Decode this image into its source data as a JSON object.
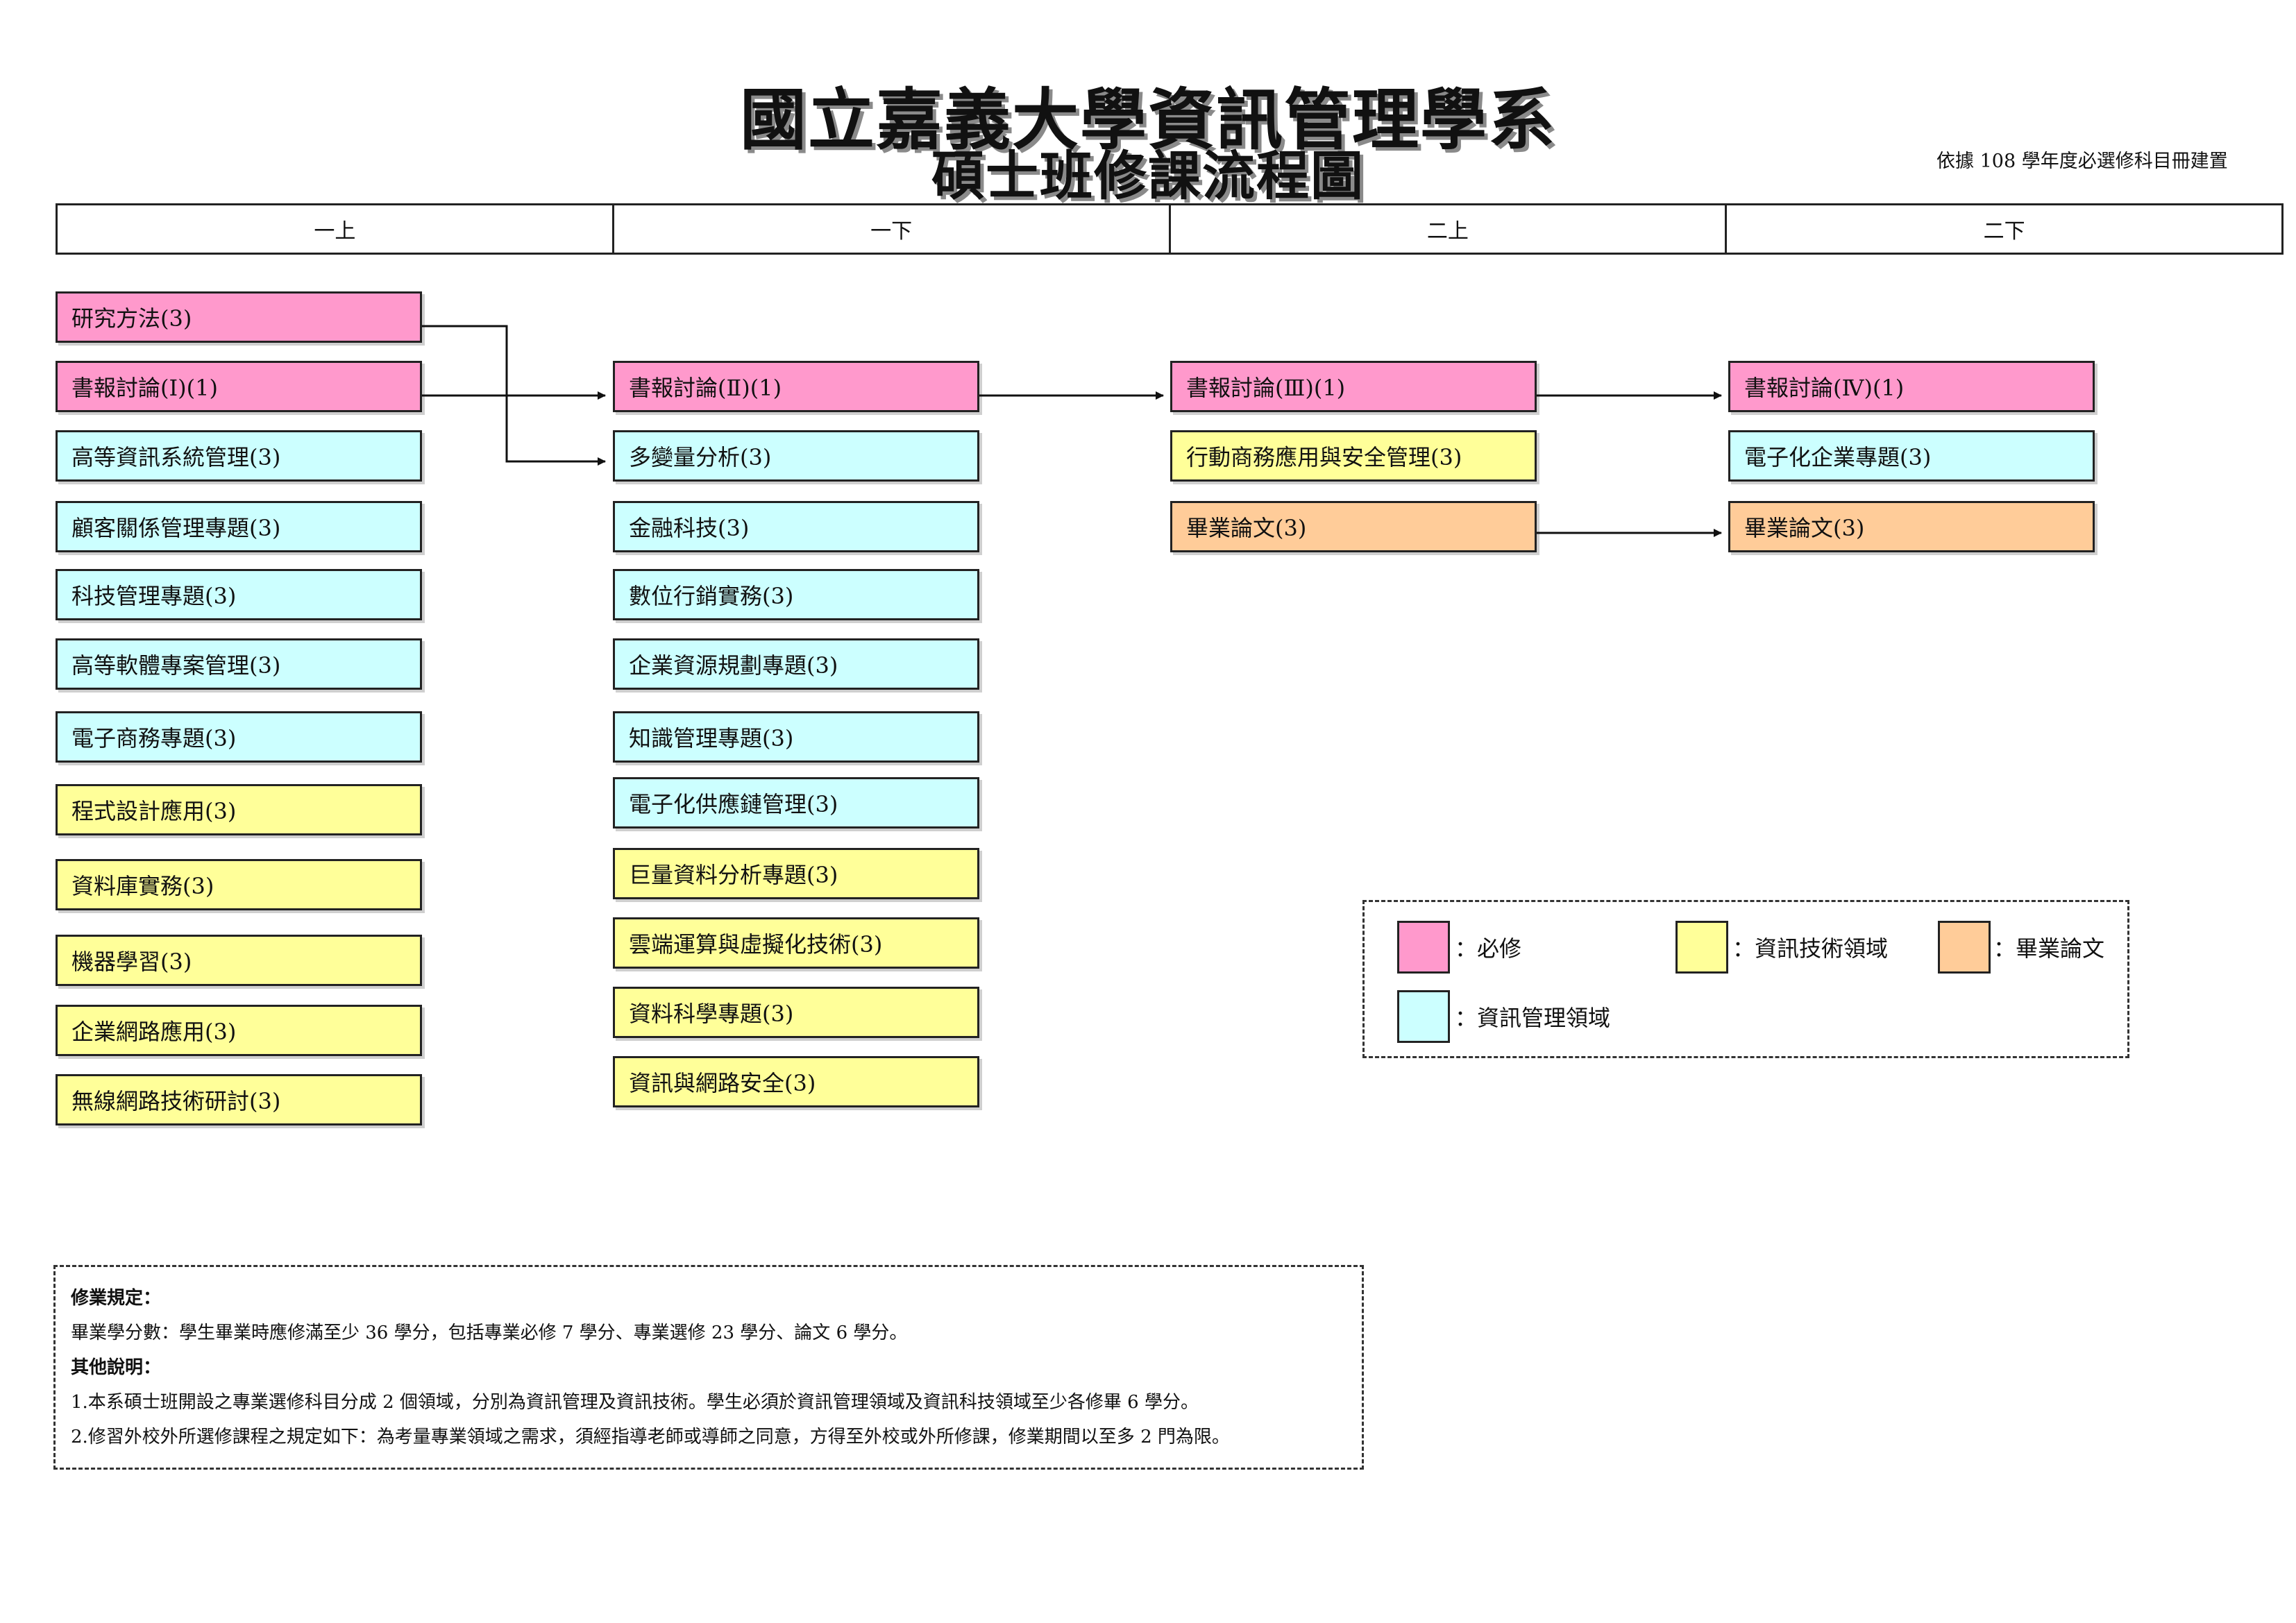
{
  "header": {
    "title": "國立嘉義大學資訊管理學系",
    "subtitle": "碩士班修課流程圖",
    "basis_note": "依據 108 學年度必選修科目冊建置"
  },
  "semesters": [
    "一上",
    "一下",
    "二上",
    "二下"
  ],
  "colors": {
    "required": "#ff99cc",
    "info_management": "#ccffff",
    "info_technology": "#ffff99",
    "thesis": "#ffcc99"
  },
  "columns": {
    "year1_fall": [
      {
        "label": "研究方法(3)",
        "category": "required"
      },
      {
        "label": "書報討論(Ⅰ)(1)",
        "category": "required"
      },
      {
        "label": "高等資訊系統管理(3)",
        "category": "info_management"
      },
      {
        "label": "顧客關係管理專題(3)",
        "category": "info_management"
      },
      {
        "label": "科技管理專題(3)",
        "category": "info_management"
      },
      {
        "label": "高等軟體專案管理(3)",
        "category": "info_management"
      },
      {
        "label": "電子商務專題(3)",
        "category": "info_management"
      },
      {
        "label": "程式設計應用(3)",
        "category": "info_technology"
      },
      {
        "label": "資料庫實務(3)",
        "category": "info_technology"
      },
      {
        "label": "機器學習(3)",
        "category": "info_technology"
      },
      {
        "label": "企業網路應用(3)",
        "category": "info_technology"
      },
      {
        "label": "無線網路技術研討(3)",
        "category": "info_technology"
      }
    ],
    "year1_spring": [
      {
        "label": "書報討論(Ⅱ)(1)",
        "category": "required"
      },
      {
        "label": "多變量分析(3)",
        "category": "info_management"
      },
      {
        "label": "金融科技(3)",
        "category": "info_management"
      },
      {
        "label": "數位行銷實務(3)",
        "category": "info_management"
      },
      {
        "label": "企業資源規劃專題(3)",
        "category": "info_management"
      },
      {
        "label": "知識管理專題(3)",
        "category": "info_management"
      },
      {
        "label": "電子化供應鏈管理(3)",
        "category": "info_management"
      },
      {
        "label": "巨量資料分析專題(3)",
        "category": "info_technology"
      },
      {
        "label": "雲端運算與虛擬化技術(3)",
        "category": "info_technology"
      },
      {
        "label": "資料科學專題(3)",
        "category": "info_technology"
      },
      {
        "label": "資訊與網路安全(3)",
        "category": "info_technology"
      }
    ],
    "year2_fall": [
      {
        "label": "書報討論(Ⅲ)(1)",
        "category": "required"
      },
      {
        "label": "行動商務應用與安全管理(3)",
        "category": "info_technology"
      },
      {
        "label": "畢業論文(3)",
        "category": "thesis"
      }
    ],
    "year2_spring": [
      {
        "label": "書報討論(Ⅳ)(1)",
        "category": "required"
      },
      {
        "label": "電子化企業專題(3)",
        "category": "info_management"
      },
      {
        "label": "畢業論文(3)",
        "category": "thesis"
      }
    ]
  },
  "legend": {
    "required": "：必修",
    "info_technology": "：資訊技術領域",
    "thesis": "：畢業論文",
    "info_management": "：資訊管理領域"
  },
  "rules": {
    "heading1": "修業規定：",
    "line1": "畢業學分數：學生畢業時應修滿至少 36 學分，包括專業必修 7 學分、專業選修 23 學分、論文 6 學分。",
    "heading2": "其他說明：",
    "line2": "1.本系碩士班開設之專業選修科目分成 2 個領域，分別為資訊管理及資訊技術。學生必須於資訊管理領域及資訊科技領域至少各修畢 6 學分。",
    "line3": "2.修習外校外所選修課程之規定如下：為考量專業領域之需求，須經指導老師或導師之同意，方得至外校或外所修課，修業期間以至多 2 門為限。"
  }
}
